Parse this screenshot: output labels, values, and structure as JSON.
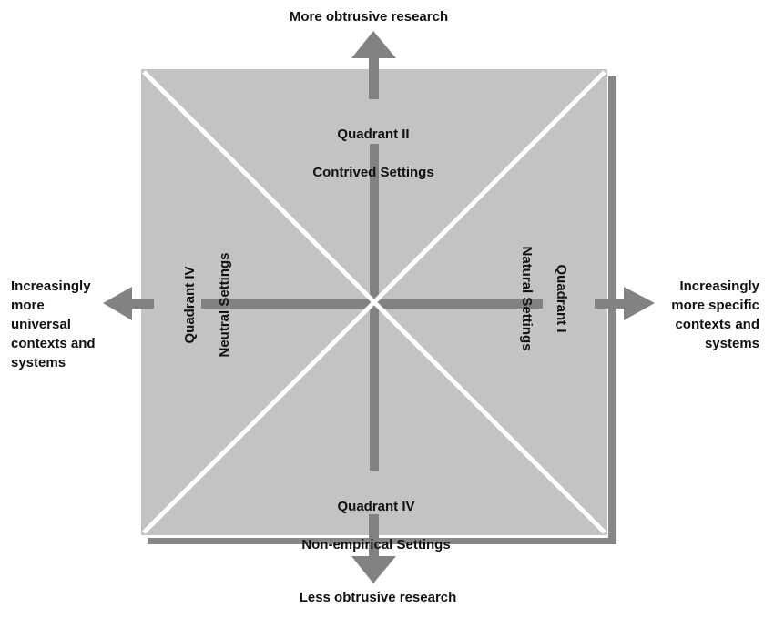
{
  "colors": {
    "panel": "#c3c3c3",
    "shadow": "#878787",
    "axis": "#828282",
    "diagonal": "#ffffff",
    "text": "#111111"
  },
  "axes": {
    "top": "More obtrusive research",
    "bottom": "Less obtrusive research",
    "left": "Increasingly\nmore\nuniversal\ncontexts and\nsystems",
    "right": "Increasingly\nmore specific\ncontexts and\nsystems"
  },
  "quadrants": {
    "top": {
      "name": "Quadrant II",
      "setting": "Contrived Settings"
    },
    "bottom": {
      "name": "Quadrant IV",
      "setting": "Non-empirical Settings"
    },
    "left": {
      "name": "Quadrant IV",
      "setting": "Neutral Settings"
    },
    "right": {
      "name": "Quadrant I",
      "setting": "Natural Settings"
    }
  }
}
